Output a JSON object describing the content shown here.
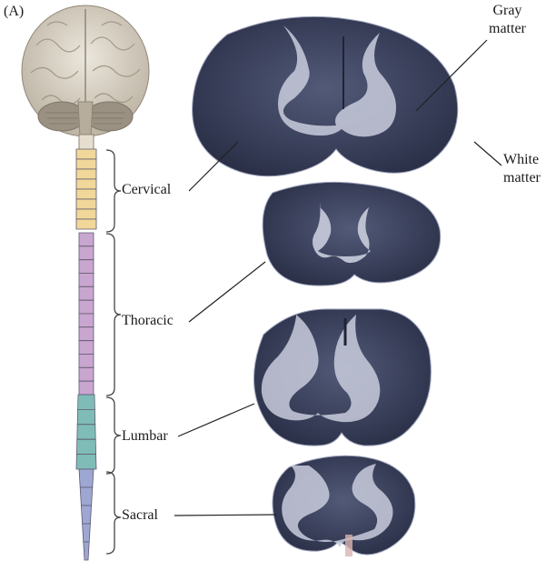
{
  "figure": {
    "panel_letter": "(A)",
    "regions": [
      {
        "key": "cervical",
        "label": "Cervical"
      },
      {
        "key": "thoracic",
        "label": "Thoracic"
      },
      {
        "key": "lumbar",
        "label": "Lumbar"
      },
      {
        "key": "sacral",
        "label": "Sacral"
      }
    ],
    "annotations": {
      "gray_matter": [
        "Gray",
        "matter"
      ],
      "white_matter": [
        "White",
        "matter"
      ]
    }
  },
  "colors": {
    "cervical": "#f2d79a",
    "thoracic": "#c9a6cf",
    "lumbar": "#7fbcb8",
    "sacral": "#9ea6d2",
    "white_matter": "#3c4360",
    "gray_matter": "#c9cddd",
    "brain": "#d9d3c8",
    "cerebellum": "#9a9183"
  },
  "icons": {
    "brain": "brain-illustration",
    "cord": "spinal-cord-illustration"
  }
}
